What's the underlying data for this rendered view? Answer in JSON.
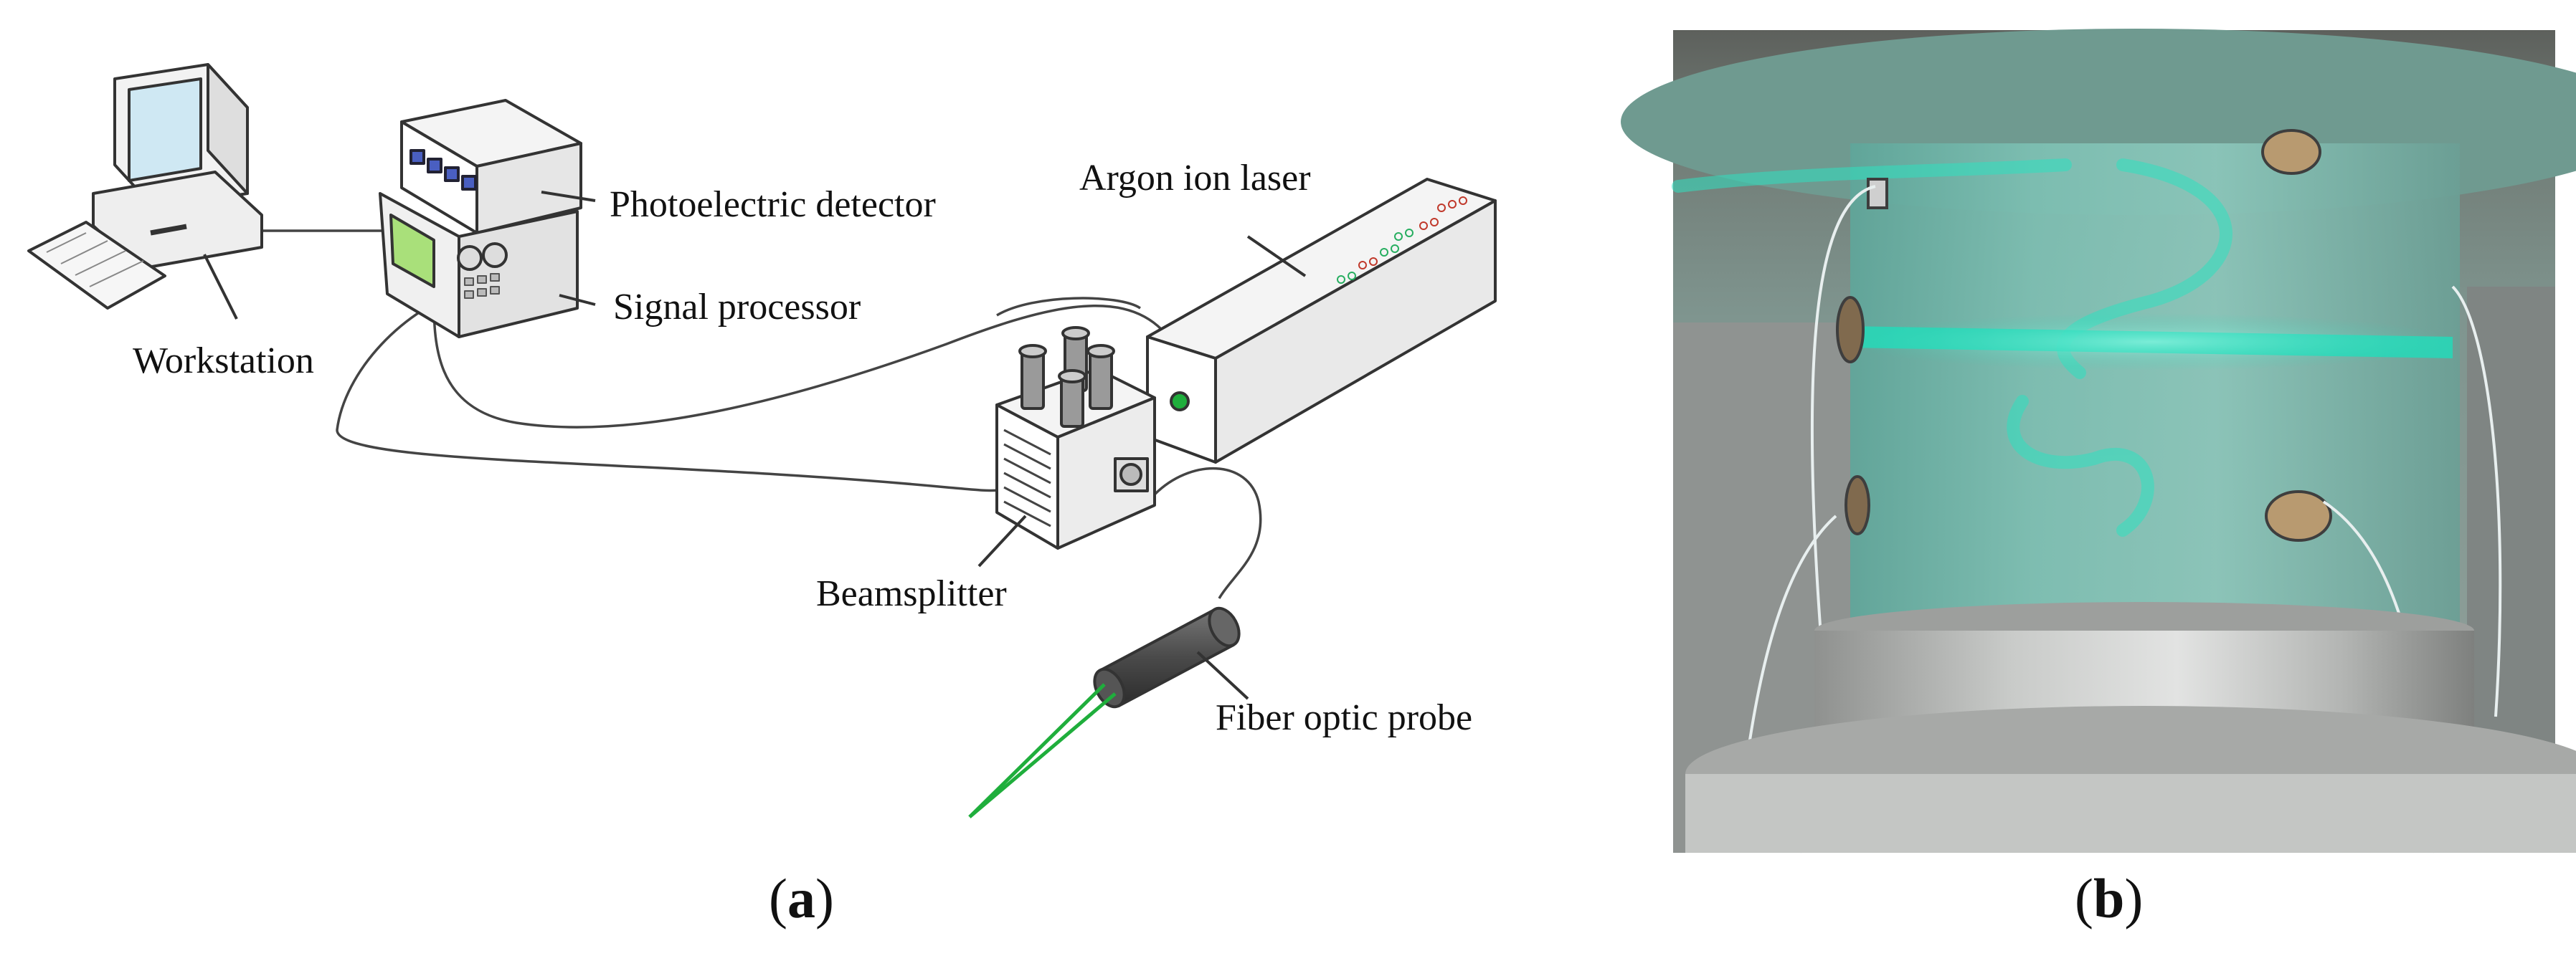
{
  "panel_a": {
    "labels": {
      "workstation": "Workstation",
      "photoelectric_detector": "Photoelectric detector",
      "signal_processor": "Signal processor",
      "argon_ion_laser": "Argon ion laser",
      "beamsplitter": "Beamsplitter",
      "fiber_optic_probe": "Fiber optic probe"
    },
    "caption": {
      "open": "(",
      "letter": "a",
      "close": ")"
    }
  },
  "panel_b": {
    "caption": {
      "open": "(",
      "letter": "b",
      "close": ")"
    }
  },
  "colors": {
    "laser_beam": "#1fae3c",
    "laser_glow": "#25d9b8",
    "equipment_outline": "#333333",
    "screen_green": "#a9e07a",
    "led_red": "#c0392b",
    "led_green": "#27ae60"
  }
}
